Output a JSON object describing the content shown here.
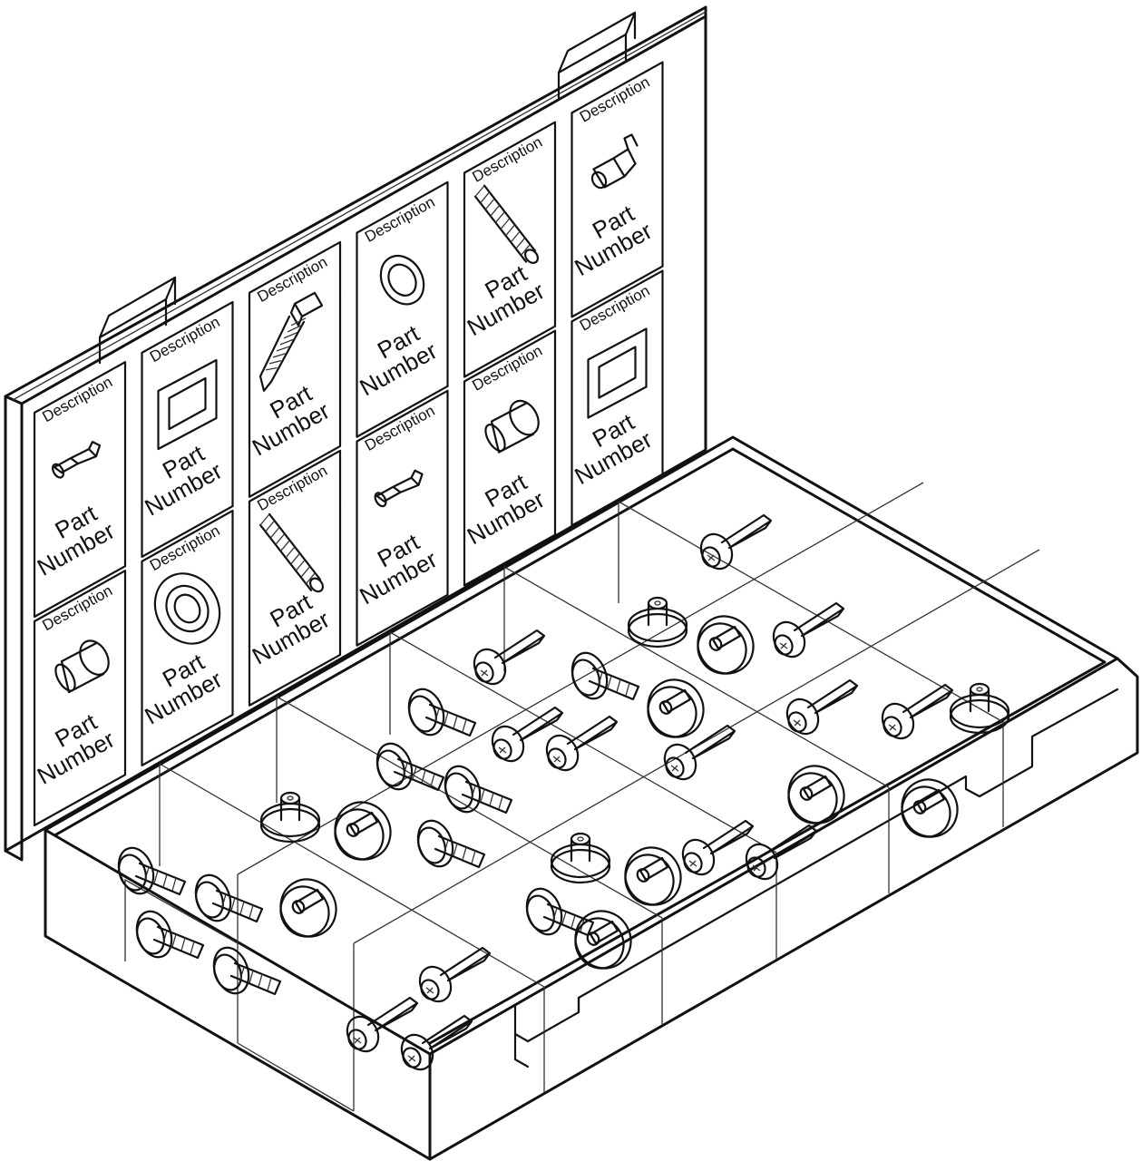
{
  "lid": {
    "labels": [
      {
        "id": "c1r1",
        "description": "Description",
        "part": "Part",
        "number": "Number",
        "icon": "grease-fitting-icon"
      },
      {
        "id": "c1r2",
        "description": "Description",
        "part": "Part",
        "number": "Number",
        "icon": "rivet-icon"
      },
      {
        "id": "c2r1",
        "description": "Description",
        "part": "Part",
        "number": "Number",
        "icon": "square-washer-icon"
      },
      {
        "id": "c2r2",
        "description": "Description",
        "part": "Part",
        "number": "Number",
        "icon": "grommet-icon"
      },
      {
        "id": "c3r1",
        "description": "Description",
        "part": "Part",
        "number": "Number",
        "icon": "lag-screw-icon"
      },
      {
        "id": "c3r2",
        "description": "Description",
        "part": "Part",
        "number": "Number",
        "icon": "threaded-stud-icon"
      },
      {
        "id": "c4r1",
        "description": "Description",
        "part": "Part",
        "number": "Number",
        "icon": "washer-icon"
      },
      {
        "id": "c4r2",
        "description": "Description",
        "part": "Part",
        "number": "Number",
        "icon": "grease-fitting-icon"
      },
      {
        "id": "c5r1",
        "description": "Description",
        "part": "Part",
        "number": "Number",
        "icon": "threaded-stud-icon"
      },
      {
        "id": "c5r2",
        "description": "Description",
        "part": "Part",
        "number": "Number",
        "icon": "rivet-icon"
      },
      {
        "id": "c6r1",
        "description": "Description",
        "part": "Part",
        "number": "Number",
        "icon": "elbow-fitting-icon"
      },
      {
        "id": "c6r2",
        "description": "Description",
        "part": "Part",
        "number": "Number",
        "icon": "square-washer-icon"
      }
    ]
  },
  "tray": {
    "fastener_icons": [
      "push-rivet-icon",
      "nut-washer-icon",
      "bolt-icon",
      "grommet-icon"
    ]
  }
}
